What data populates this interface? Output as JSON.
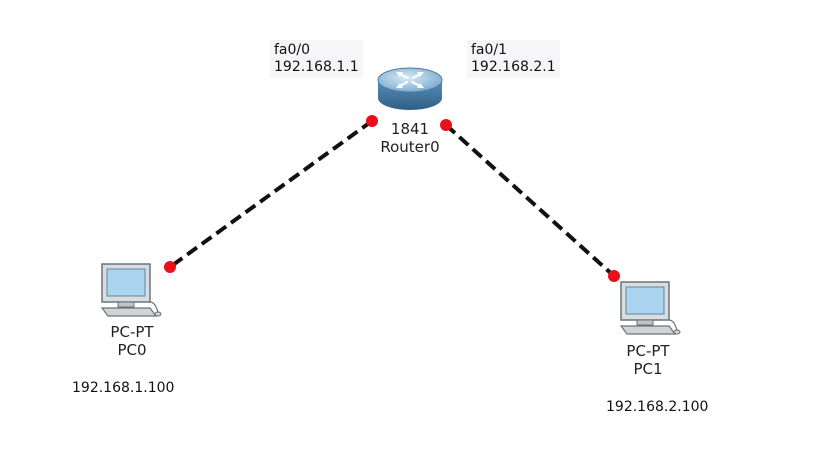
{
  "router": {
    "model": "1841",
    "name": "Router0",
    "interfaces": [
      {
        "name": "fa0/0",
        "ip": "192.168.1.1"
      },
      {
        "name": "fa0/1",
        "ip": "192.168.2.1"
      }
    ]
  },
  "pcs": [
    {
      "model": "PC-PT",
      "name": "PC0",
      "ip": "192.168.1.100"
    },
    {
      "model": "PC-PT",
      "name": "PC1",
      "ip": "192.168.2.100"
    }
  ],
  "colors": {
    "link": "#111111",
    "link_endpoint": "#e8101a",
    "router_body": "#6fa3c9",
    "pc_screen": "#a9d3ee"
  },
  "icons": {
    "router": "router-icon",
    "pc": "pc-icon"
  }
}
